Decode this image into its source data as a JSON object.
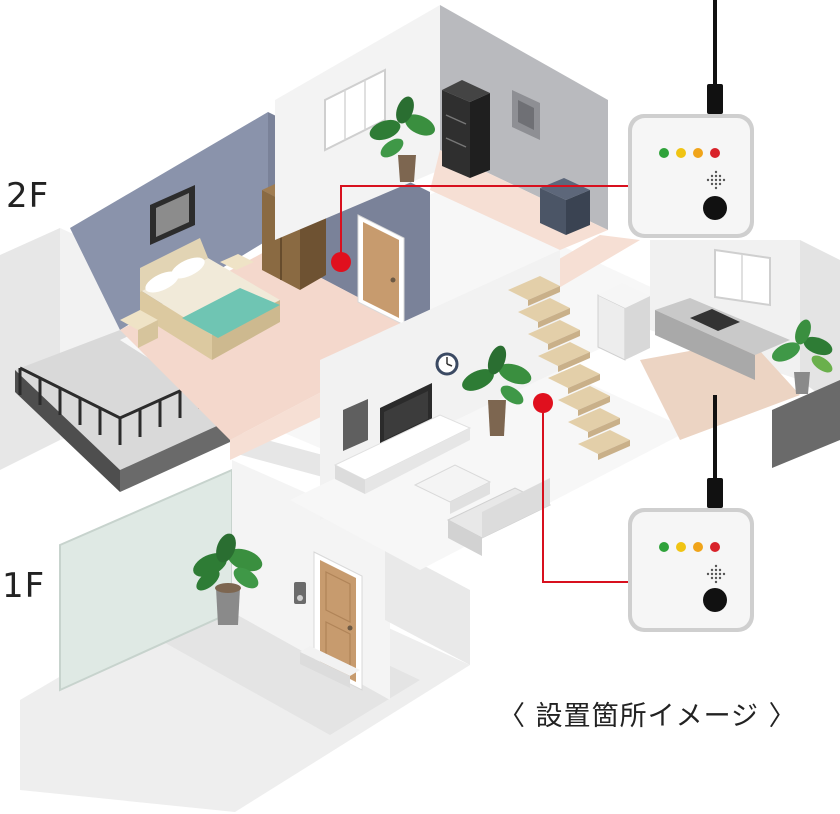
{
  "labels": {
    "floor_2": "2F",
    "floor_1": "1F",
    "caption": "〈 設置箇所イメージ 〉"
  },
  "colors": {
    "connector_line": "#d8101e",
    "marker_dot": "#e0101e",
    "led_green": "#2fa23a",
    "led_yellow_1": "#f0c413",
    "led_yellow_2": "#f0a41a",
    "led_red": "#d8222a",
    "bedroom_wall": "#8a93ab",
    "floor_pink": "#f4d8cc",
    "device_body": "#f6f6f6"
  },
  "devices": [
    {
      "name": "upper-device",
      "leds": [
        "green",
        "yellow",
        "orange",
        "red"
      ],
      "icons": [
        "speaker-grille-icon",
        "button-icon"
      ]
    },
    {
      "name": "lower-device",
      "leds": [
        "green",
        "yellow",
        "orange",
        "red"
      ],
      "icons": [
        "speaker-grille-icon",
        "button-icon"
      ]
    }
  ]
}
